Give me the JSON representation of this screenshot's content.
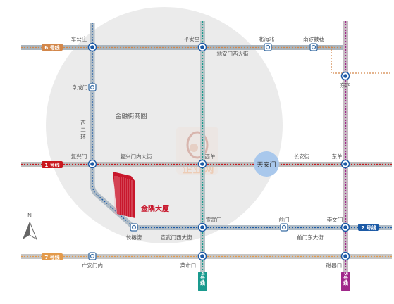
{
  "district_label": "金融街商圈",
  "building_label": "金隅大厦",
  "watermark_text": "企业网",
  "north_label": "N",
  "colors": {
    "line1": "#c9181e",
    "line2": "#1c5aa6",
    "line4": "#1a9a8e",
    "line5": "#a0288a",
    "line6": "#d3874a",
    "line7": "#e39a4b",
    "gray_track": "#8d9aa5",
    "circle_fill": "#ebebeb",
    "tiananmen_fill": "#a9c8ec",
    "building": "#c8172c",
    "text": "#555555"
  },
  "line_badges": [
    {
      "id": "line6",
      "label": "6 号线"
    },
    {
      "id": "line1",
      "label": "1 号线"
    },
    {
      "id": "line7",
      "label": "7 号线"
    },
    {
      "id": "line2",
      "label": "2 号线"
    },
    {
      "id": "line4",
      "label": "4号线"
    },
    {
      "id": "line5",
      "label": "5号线"
    }
  ],
  "stations": [
    {
      "name": "车公庄"
    },
    {
      "name": "平安里"
    },
    {
      "name": "北海北"
    },
    {
      "name": "南锣鼓巷"
    },
    {
      "name": "东四"
    },
    {
      "name": "阜成门"
    },
    {
      "name": "复兴门"
    },
    {
      "name": "西单"
    },
    {
      "name": "天安门"
    },
    {
      "name": "东单"
    },
    {
      "name": "长椿街"
    },
    {
      "name": "宣武门"
    },
    {
      "name": "前门"
    },
    {
      "name": "崇文门"
    },
    {
      "name": "广安门内"
    },
    {
      "name": "菜市口"
    },
    {
      "name": "磁器口"
    }
  ],
  "street_labels": [
    "地安门西大街",
    "复兴门内大街",
    "长安街",
    "宣武门西大街",
    "前门东大街"
  ],
  "ring_road_label": [
    "西",
    "二",
    "环"
  ]
}
